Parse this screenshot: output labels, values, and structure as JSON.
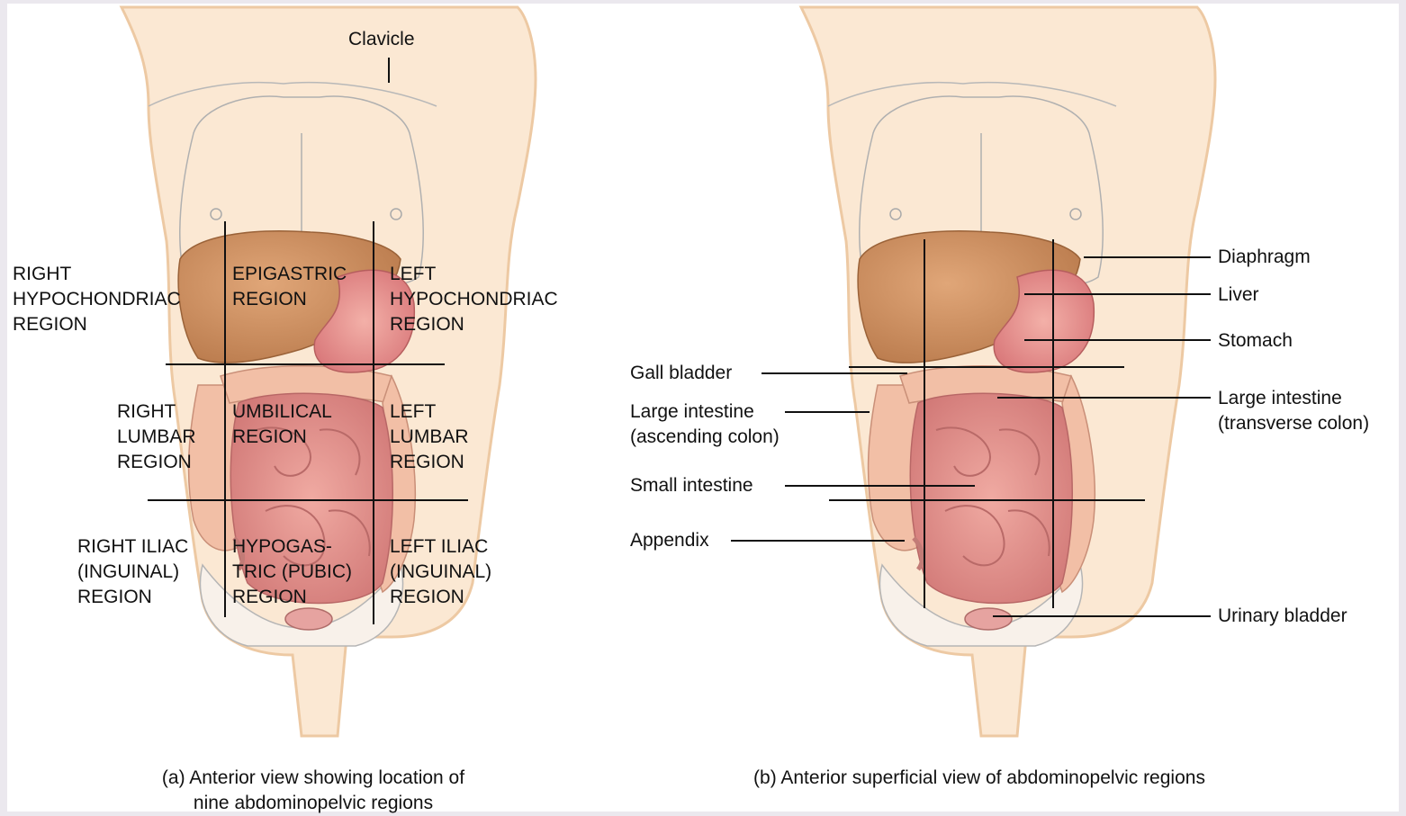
{
  "panel_a": {
    "clavicle_label": "Clavicle",
    "regions": {
      "right_hypochondriac": "RIGHT\nHYPOCHONDRIAC\nREGION",
      "epigastric": "EPIGASTRIC\nREGION",
      "left_hypochondriac": "LEFT\nHYPOCHONDRIAC\nREGION",
      "right_lumbar": "RIGHT\nLUMBAR\nREGION",
      "umbilical": "UMBILICAL\nREGION",
      "left_lumbar": "LEFT\nLUMBAR\nREGION",
      "right_iliac": "RIGHT ILIAC\n(INGUINAL)\nREGION",
      "hypogastric": "HYPOGAS-\nTRIC (PUBIC)\nREGION",
      "left_iliac": "LEFT ILIAC\n(INGUINAL)\nREGION"
    },
    "caption": "(a) Anterior view showing location of\nnine abdominopelvic regions"
  },
  "panel_b": {
    "labels": {
      "diaphragm": "Diaphragm",
      "liver": "Liver",
      "stomach": "Stomach",
      "gall_bladder": "Gall bladder",
      "large_intestine_transverse": "Large intestine\n(transverse colon)",
      "large_intestine_ascending": "Large intestine\n(ascending colon)",
      "small_intestine": "Small intestine",
      "appendix": "Appendix",
      "urinary_bladder": "Urinary bladder"
    },
    "caption": "(b) Anterior superficial view of abdominopelvic regions"
  },
  "colors": {
    "skin": "#f6d9b8",
    "skin_edge": "#e8b98a",
    "liver": "#c98a5a",
    "stomach": "#e8908a",
    "intestine": "#e39a94",
    "large_intestine": "#f0b8a0",
    "outline": "#9a9a9a",
    "grid_line": "#111111"
  }
}
